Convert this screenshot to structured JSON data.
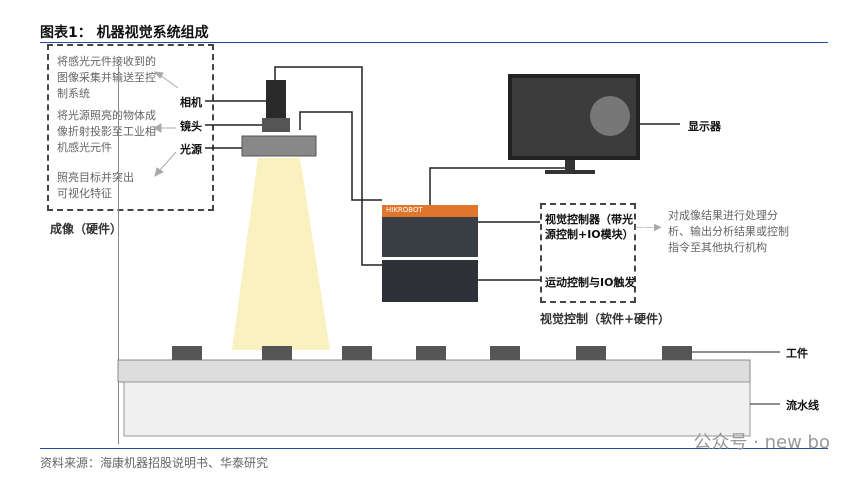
{
  "title": "图表1： 机器视觉系统组成",
  "imaging": {
    "notes": [
      "将感光元件接收到的图像采集并输送至控制系统",
      "将光源照亮的物体成像折射投影至工业相机感光元件",
      "照亮目标并突出可视化特征"
    ],
    "labels": {
      "camera": "相机",
      "lens": "镜头",
      "light": "光源"
    },
    "caption": "成像（硬件）"
  },
  "display_label": "显示器",
  "control": {
    "controller": "视觉控制器（带光源控制+IO模块）",
    "motion": "运动控制与IO触发",
    "note": "对成像结果进行处理分析、输出分析结果或控制指令至其他执行机构",
    "caption": "视觉控制（软件+硬件）",
    "brand": "HIKROBOT"
  },
  "line": {
    "workpiece": "工件",
    "conveyor": "流水线"
  },
  "source": "资料来源：海康机器招股说明书、华泰研究",
  "watermark": "公众号 · new bo"
}
